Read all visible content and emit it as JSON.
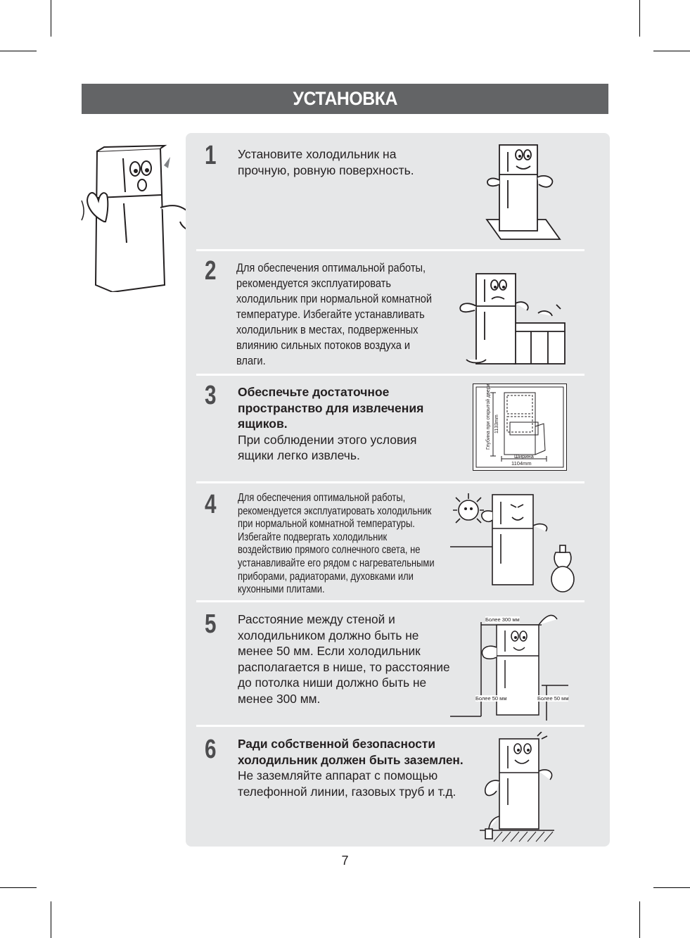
{
  "header": {
    "title": "УСТАНОВКА"
  },
  "steps": [
    {
      "number": "1",
      "lines": [
        "Установите холодильник на",
        "прочную, ровную поверхность."
      ]
    },
    {
      "number": "2",
      "lines": [
        "Для обеспечения оптимальной работы,",
        "рекомендуется эксплуатировать",
        "холодильник при нормальной комнатной",
        "температуре. Избегайте устанавливать",
        "холодильник в местах, подверженных",
        "влиянию сильных потоков воздуха и",
        "влаги."
      ]
    },
    {
      "number": "3",
      "bold_lines": [
        "Обеспечьте достаточное",
        "пространство для извлечения",
        "ящиков."
      ],
      "lines": [
        "При соблюдении этого условия",
        "ящики легко извлечь."
      ],
      "diagram": {
        "depth_label": "Глубина при открытой двери",
        "depth_value": "1133mm",
        "width_label": "Ширина",
        "width_value": "1104mm"
      }
    },
    {
      "number": "4",
      "lines": [
        "Для обеспечения оптимальной работы,",
        "рекомендуется эксплуатировать холодильник",
        "при нормальной комнатной температуры.",
        "Избегайте подвергать холодильник",
        "воздействию прямого солнечного света, не",
        "устанавливайте его рядом с нагревательными",
        "приборами, радиаторами, духовками или",
        "кухонными плитами."
      ]
    },
    {
      "number": "5",
      "lines": [
        "Расстояние между стеной и",
        "холодильником должно быть не",
        "менее 50 мм. Если холодильник",
        "располагается в нише, то расстояние",
        "до потолка ниши должно быть не",
        "менее 300 мм."
      ],
      "diagram": {
        "top_label": "Более 300 мм",
        "left_label": "Более 50 мм",
        "right_label": "Более 50 мм"
      }
    },
    {
      "number": "6",
      "bold_lines": [
        "Ради собственной безопасности",
        "холодильник должен быть заземлен."
      ],
      "lines": [
        "Не заземляйте аппарат с помощью",
        "телефонной линии, газовых труб и т.д."
      ]
    }
  ],
  "footer": {
    "page_number": "7"
  }
}
